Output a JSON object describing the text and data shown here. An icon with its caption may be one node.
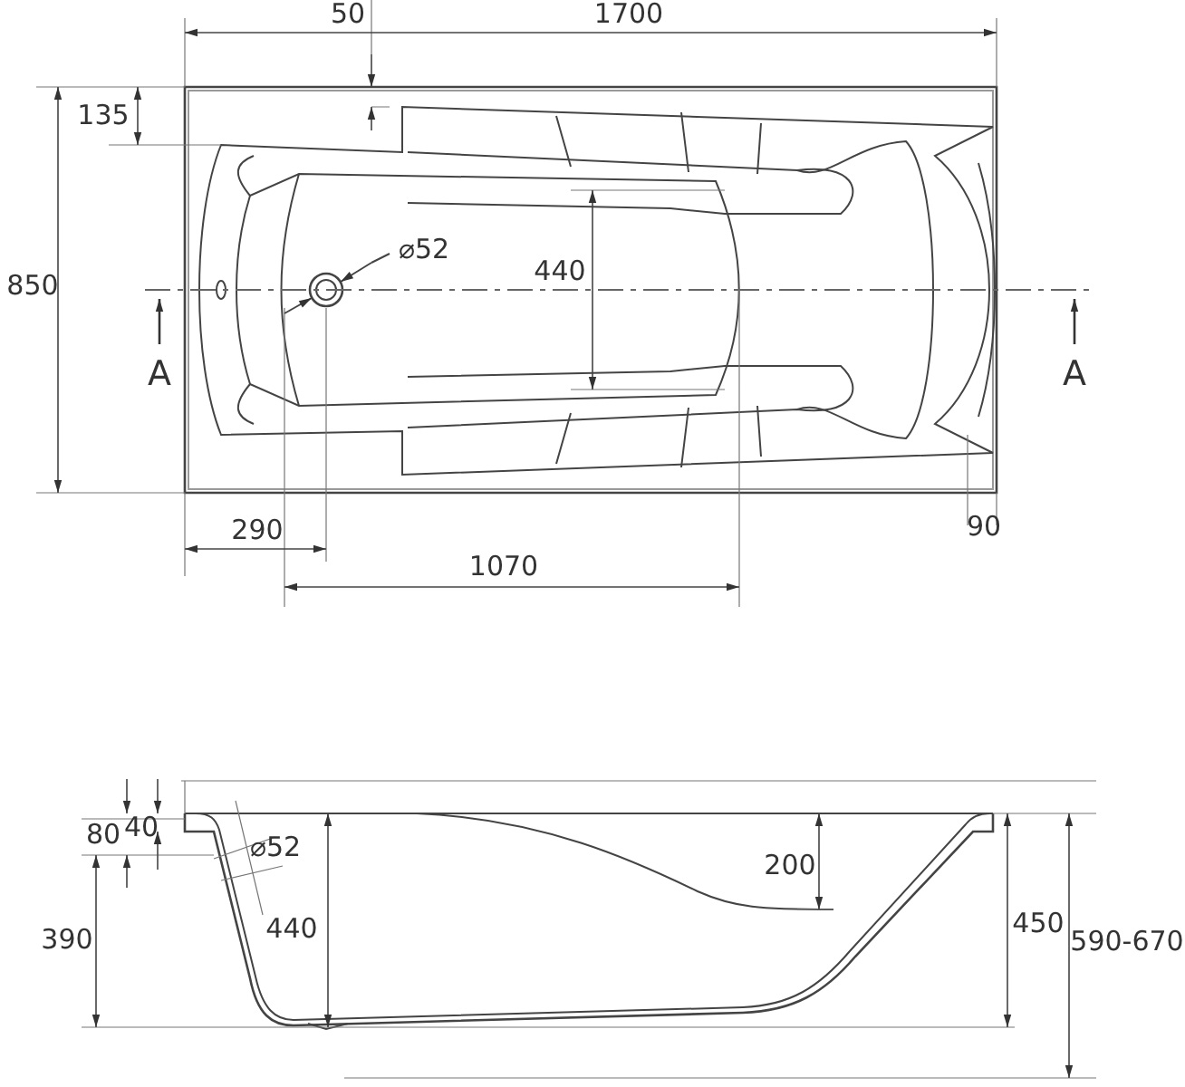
{
  "diagram": {
    "labels": [
      "50",
      "1700",
      "135",
      "850",
      "⌀52",
      "440",
      "A",
      "A",
      "290",
      "90",
      "1070",
      "80",
      "40",
      "⌀52",
      "200",
      "390",
      "440",
      "450",
      "590-670"
    ]
  }
}
